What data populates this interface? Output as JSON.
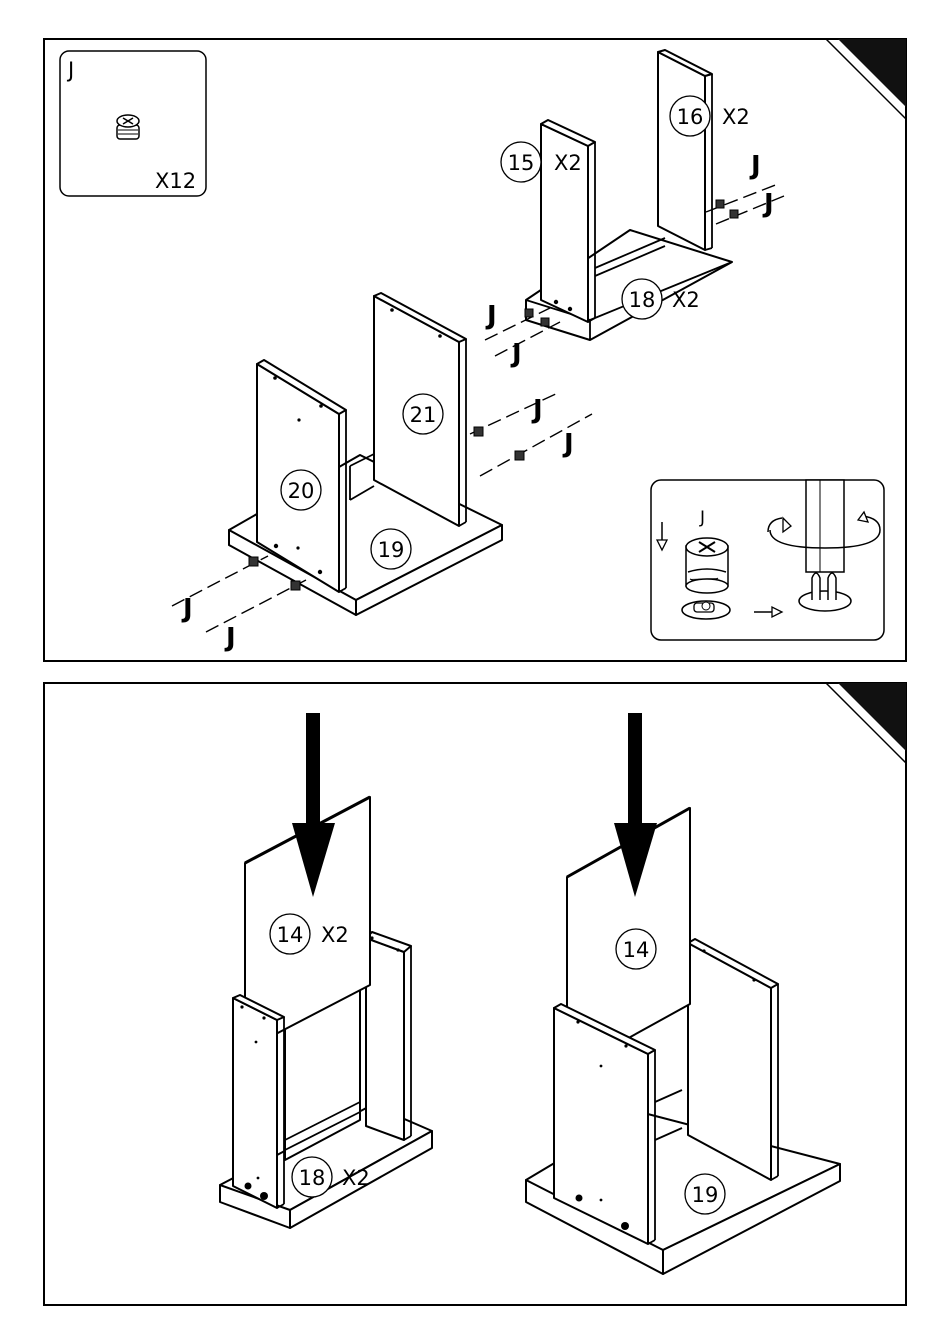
{
  "step1": {
    "parts_box": {
      "part": "J",
      "quantity": "X12"
    },
    "labels": {
      "p15": "15",
      "p15_qty": "X2",
      "p16": "16",
      "p16_qty": "X2",
      "p18": "18",
      "p18_qty": "X2",
      "p19": "19",
      "p20": "20",
      "p21": "21"
    },
    "fastener": "J",
    "detail_box": {
      "part": "J"
    }
  },
  "step2": {
    "left": {
      "p14": "14",
      "p14_qty": "X2",
      "p18": "18",
      "p18_qty": "X2"
    },
    "right": {
      "p14": "14",
      "p19": "19"
    }
  }
}
